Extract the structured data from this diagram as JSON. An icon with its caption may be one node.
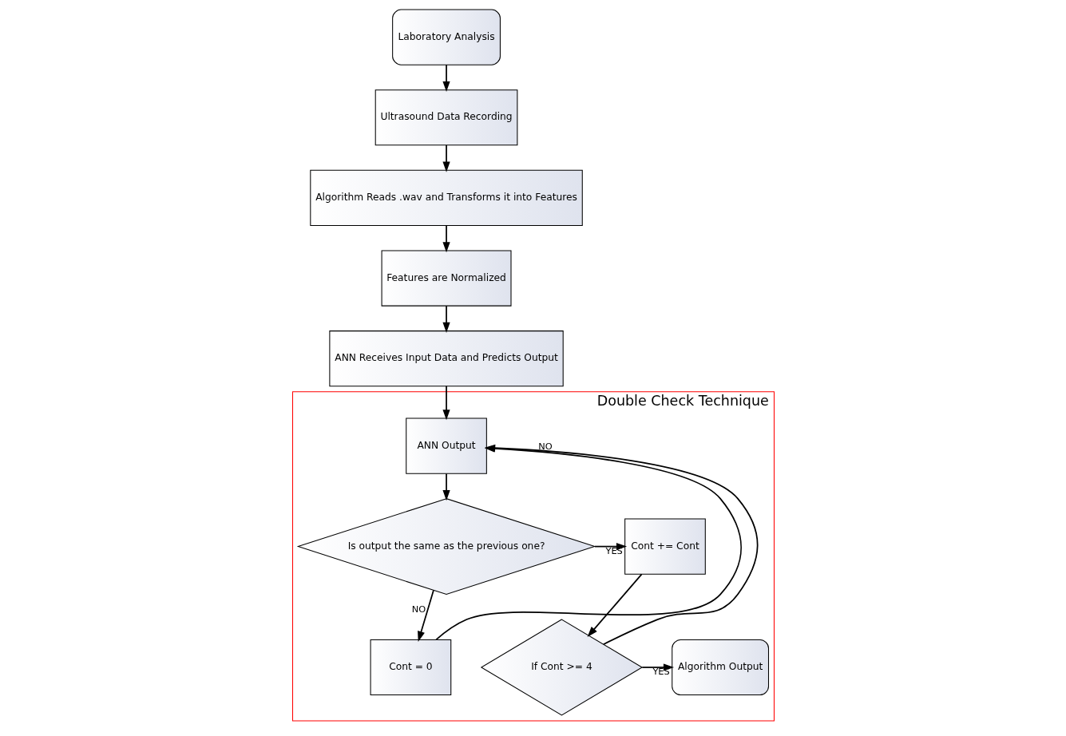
{
  "diagram": {
    "nodes": [
      {
        "text": [
          "Laboratory Analysis"
        ]
      },
      {
        "text": [
          "Ultrasound Data Recording"
        ]
      },
      {
        "text": [
          "Algorithm Reads .wav and Transforms it into Features"
        ]
      },
      {
        "text": [
          "Features are Normalized"
        ]
      },
      {
        "text": [
          "ANN Receives Input Data and Predicts Output"
        ]
      },
      {
        "text": [
          "Double Check Technique"
        ]
      },
      {
        "text": [
          "ANN Output"
        ],
        "in": 5
      },
      {
        "text": [
          "Is output the same as the previous one?"
        ],
        "in": 5
      },
      {
        "text": [
          "Cont += Cont"
        ],
        "in": 5
      },
      {
        "text": [
          "Cont = 0"
        ],
        "in": 5
      },
      {
        "text": [
          "If Cont >= 4"
        ],
        "in": 5
      },
      {
        "text": [
          "Algorithm Output"
        ],
        "in": 5
      }
    ],
    "edges": [
      {
        "from": 0,
        "to": 1,
        "arrow": "to"
      },
      {
        "from": 1,
        "to": 2,
        "arrow": "to"
      },
      {
        "from": 2,
        "to": 3,
        "arrow": "to"
      },
      {
        "from": 3,
        "to": 4,
        "arrow": "to"
      },
      {
        "from": 4,
        "to": 6,
        "arrow": "to"
      },
      {
        "from": 6,
        "to": 7,
        "arrow": "to"
      },
      {
        "from": 7,
        "to": 8,
        "arrow": "to",
        "label": "YES"
      },
      {
        "from": 7,
        "to": 9,
        "arrow": "to",
        "label": "NO"
      },
      {
        "from": 8,
        "to": 10,
        "arrow": "to"
      },
      {
        "from": 10,
        "to": 11,
        "arrow": "to",
        "label": "YES"
      },
      {
        "from": 10,
        "to": 6,
        "arrow": "to",
        "label": "NO"
      },
      {
        "from": 9,
        "to": 6,
        "arrow": "to"
      }
    ]
  }
}
